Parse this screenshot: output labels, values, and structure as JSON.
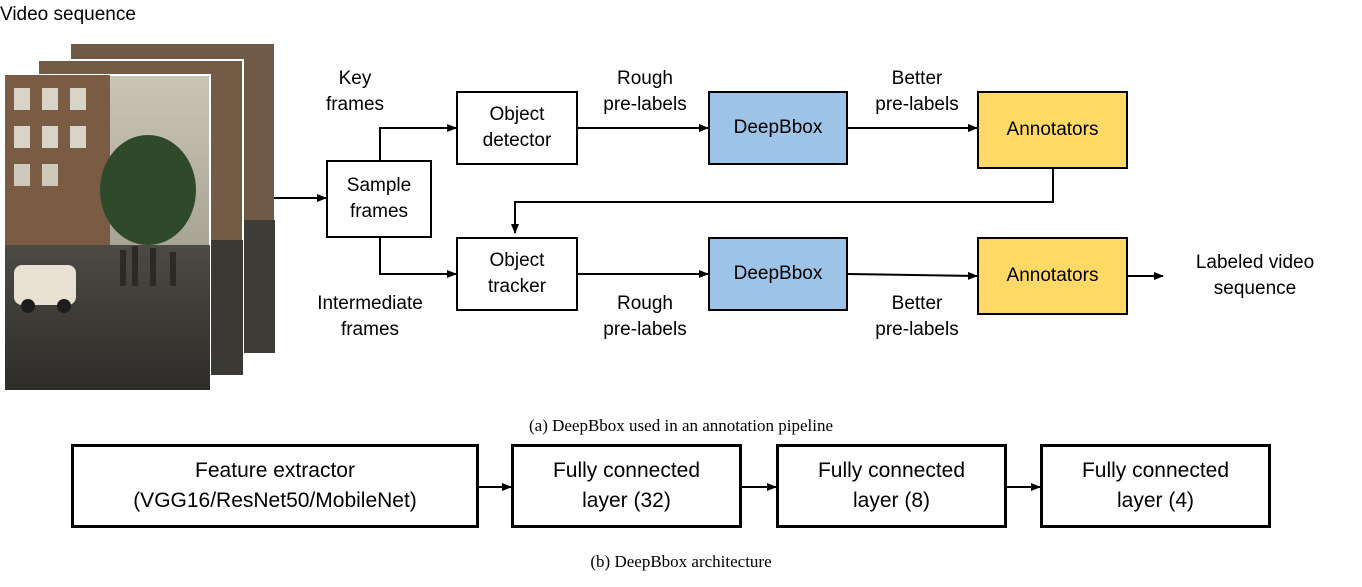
{
  "pipeline": {
    "video_sequence_label": "Video sequence",
    "key_frames_label": "Key\nframes",
    "intermediate_frames_label": "Intermediate\nframes",
    "sample_frames": "Sample\nframes",
    "object_detector": "Object\ndetector",
    "object_tracker": "Object\ntracker",
    "rough_prelabels_top": "Rough\npre-labels",
    "rough_prelabels_bottom": "Rough\npre-labels",
    "deepbbox_top": "DeepBbox",
    "deepbbox_bottom": "DeepBbox",
    "better_prelabels_top": "Better\npre-labels",
    "better_prelabels_bottom": "Better\npre-labels",
    "annotators_top": "Annotators",
    "annotators_bottom": "Annotators",
    "labeled_video_sequence": "Labeled video\nsequence",
    "caption": "(a) DeepBbox used in an annotation pipeline"
  },
  "architecture": {
    "feature_extractor": "Feature extractor\n(VGG16/ResNet50/MobileNet)",
    "fc32": "Fully connected\nlayer (32)",
    "fc8": "Fully connected\nlayer (8)",
    "fc4": "Fully connected\nlayer (4)",
    "caption": "(b) DeepBbox architecture"
  },
  "colors": {
    "deepbbox": "#9dc3e6",
    "annotators": "#ffd966"
  }
}
